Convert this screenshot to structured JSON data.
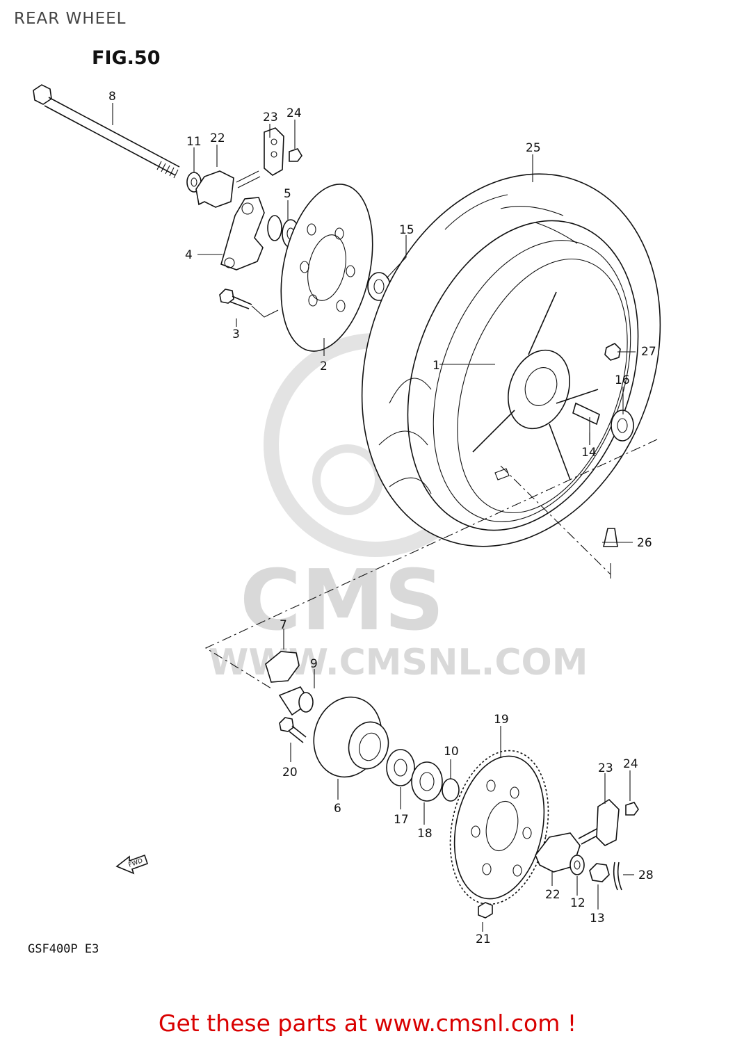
{
  "page": {
    "title": "REAR WHEEL"
  },
  "figure": {
    "label": "FIG.50",
    "model_code": "GSF400P  E3",
    "fwd_label": "FWD"
  },
  "watermark": {
    "brand": "CMS",
    "url": "WWW.CMSNL.COM"
  },
  "footer": {
    "cta": "Get these parts at www.cmsnl.com !"
  },
  "callouts": [
    {
      "id": "c1",
      "label": "1"
    },
    {
      "id": "c2",
      "label": "2"
    },
    {
      "id": "c3",
      "label": "3"
    },
    {
      "id": "c4",
      "label": "4"
    },
    {
      "id": "c5",
      "label": "5"
    },
    {
      "id": "c6",
      "label": "6"
    },
    {
      "id": "c7",
      "label": "7"
    },
    {
      "id": "c8",
      "label": "8"
    },
    {
      "id": "c9",
      "label": "9"
    },
    {
      "id": "c10",
      "label": "10"
    },
    {
      "id": "c11",
      "label": "11"
    },
    {
      "id": "c12",
      "label": "12"
    },
    {
      "id": "c13",
      "label": "13"
    },
    {
      "id": "c14",
      "label": "14"
    },
    {
      "id": "c15",
      "label": "15"
    },
    {
      "id": "c16",
      "label": "16"
    },
    {
      "id": "c17",
      "label": "17"
    },
    {
      "id": "c18",
      "label": "18"
    },
    {
      "id": "c19",
      "label": "19"
    },
    {
      "id": "c20",
      "label": "20"
    },
    {
      "id": "c21",
      "label": "21"
    },
    {
      "id": "c22a",
      "label": "22"
    },
    {
      "id": "c22b",
      "label": "22"
    },
    {
      "id": "c23a",
      "label": "23"
    },
    {
      "id": "c23b",
      "label": "23"
    },
    {
      "id": "c24a",
      "label": "24"
    },
    {
      "id": "c24b",
      "label": "24"
    },
    {
      "id": "c25",
      "label": "25"
    },
    {
      "id": "c26",
      "label": "26"
    },
    {
      "id": "c27",
      "label": "27"
    },
    {
      "id": "c28",
      "label": "28"
    }
  ]
}
